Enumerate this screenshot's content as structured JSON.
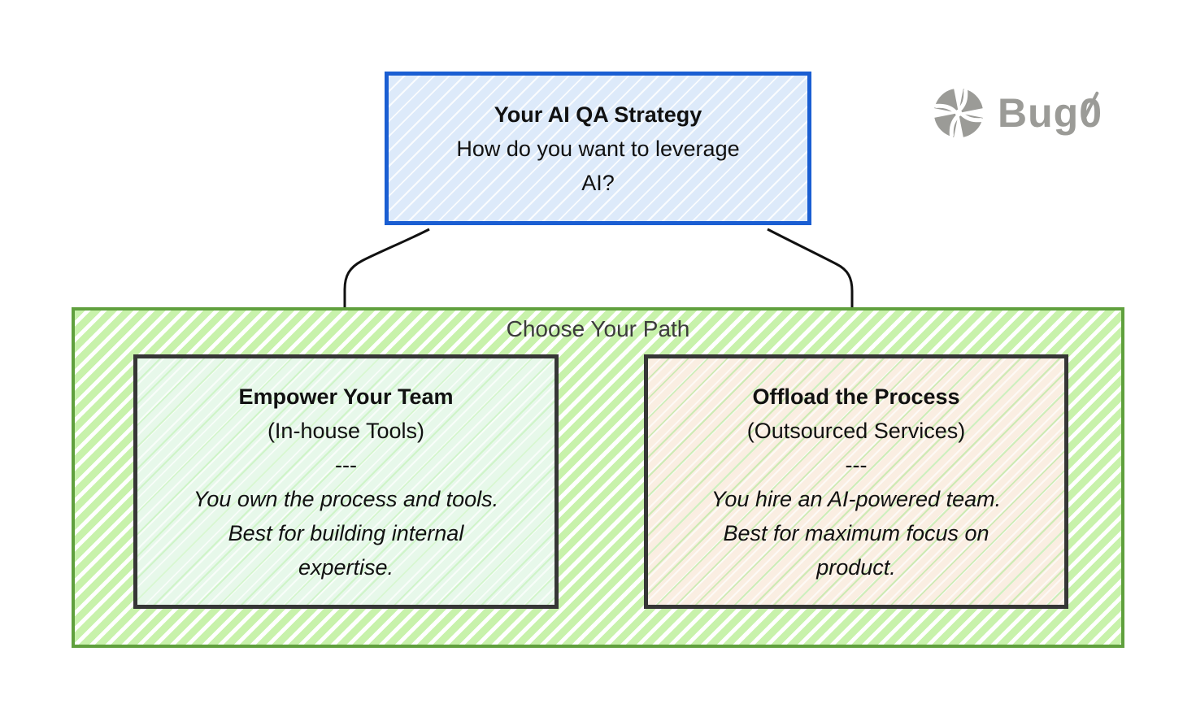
{
  "logo": {
    "brand_text": "Bug",
    "brand_zero": "0",
    "icon": "bug0-pinwheel-icon"
  },
  "strategy_box": {
    "title": "Your AI QA Strategy",
    "subtitle_line1": "How do you want to leverage",
    "subtitle_line2": "AI?"
  },
  "path_container": {
    "label": "Choose Your Path",
    "options": [
      {
        "title": "Empower Your Team",
        "subtitle": "(In-house Tools)",
        "divider": "---",
        "description_lines": [
          "You own the process and tools.",
          "Best for building internal",
          "expertise."
        ]
      },
      {
        "title": "Offload the Process",
        "subtitle": "(Outsourced Services)",
        "divider": "---",
        "description_lines": [
          "You hire an AI-powered team.",
          "Best for maximum focus on",
          "product."
        ]
      }
    ]
  },
  "colors": {
    "strategy_border": "#1a5ed2",
    "strategy_fill": "#ddeafa",
    "group_border": "#60a03e",
    "group_fill": "#c8f2ab",
    "option_border": "#363636",
    "inhouse_fill": "#e7f8ea",
    "outsourced_fill": "#faeee2",
    "arrow": "#111111",
    "logo_gray": "#9b9b97",
    "text": "#111111"
  }
}
